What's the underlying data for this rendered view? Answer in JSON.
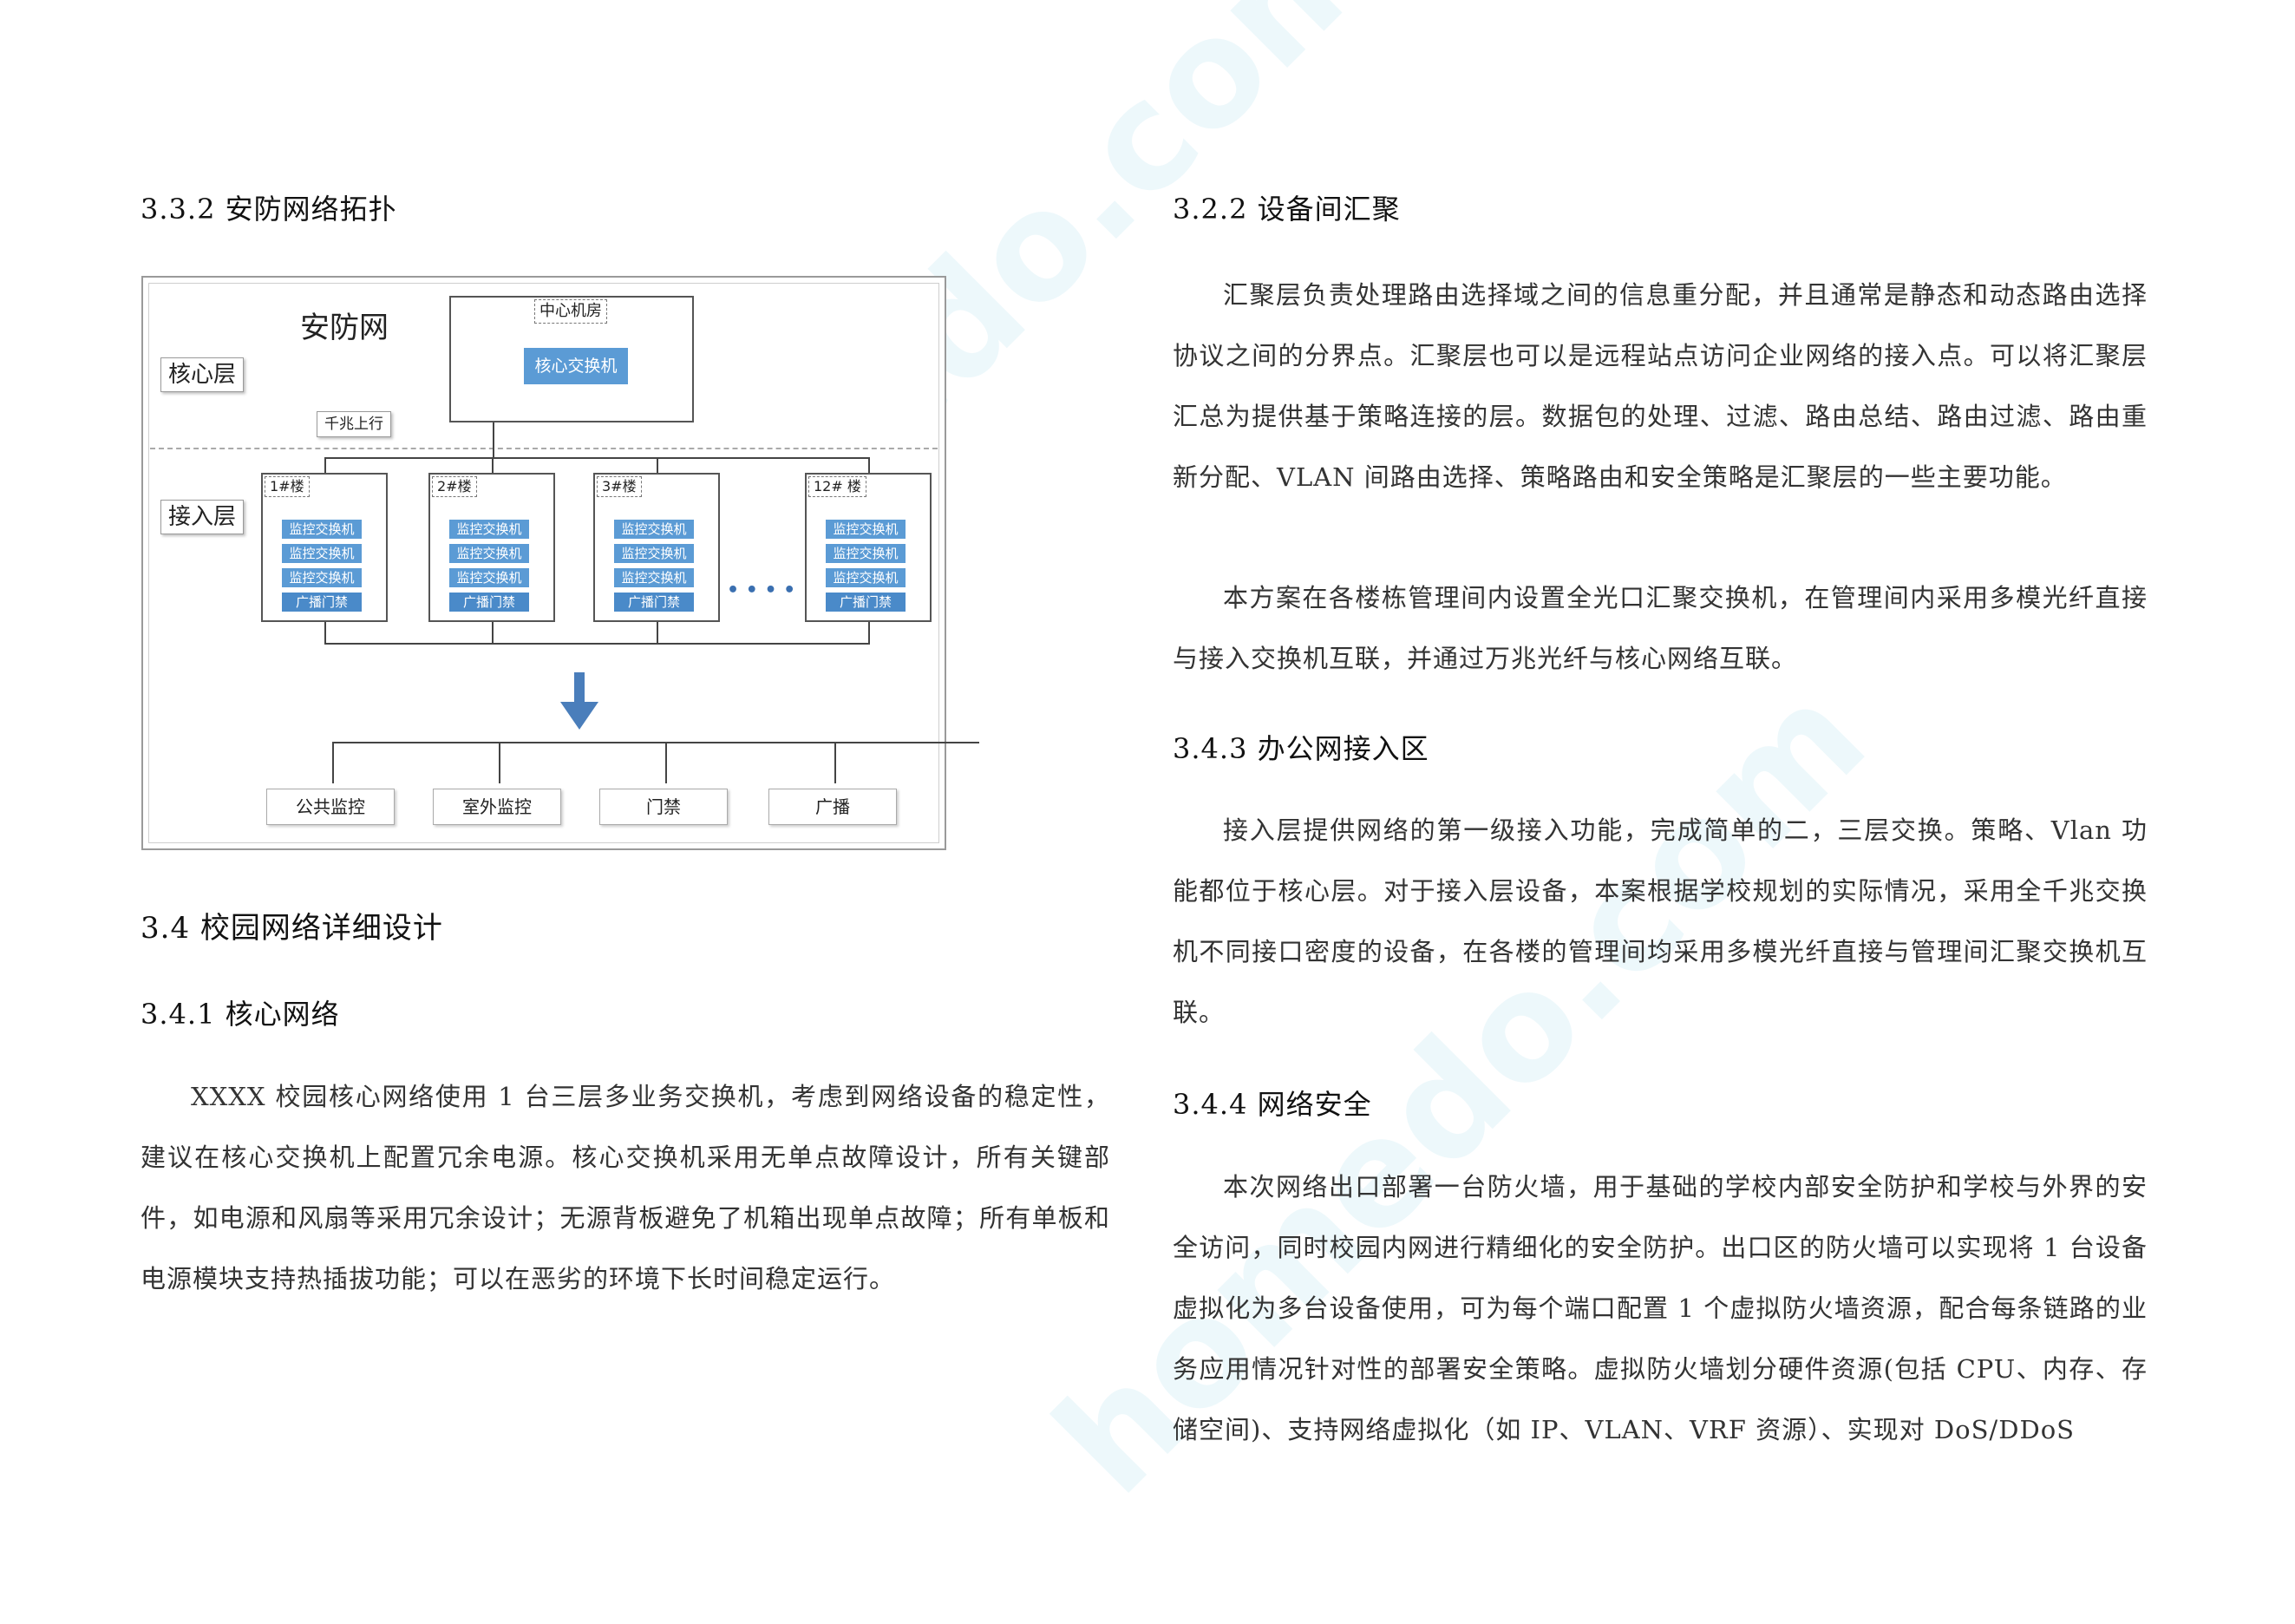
{
  "left": {
    "h332": "3.3.2 安防网络拓扑",
    "h34": "3.4  校园网络详细设计",
    "h341": "3.4.1  核心网络",
    "p341": "XXXX 校园核心网络使用 1 台三层多业务交换机，考虑到网络设备的稳定性，建议在核心交换机上配置冗余电源。核心交换机采用无单点故障设计，所有关键部件，如电源和风扇等采用冗余设计；无源背板避免了机箱出现单点故障；所有单板和电源模块支持热插拔功能；可以在恶劣的环境下长时间稳定运行。"
  },
  "diagram": {
    "title": "安防网",
    "core_layer": "核心层",
    "access_layer": "接入层",
    "center_room": "中心机房",
    "core_switch": "核心交换机",
    "uplink": "千兆上行",
    "buildings": [
      {
        "name": "1#楼",
        "items": [
          "监控交换机",
          "监控交换机",
          "监控交换机",
          "广播门禁"
        ]
      },
      {
        "name": "2#楼",
        "items": [
          "监控交换机",
          "监控交换机",
          "监控交换机",
          "广播门禁"
        ]
      },
      {
        "name": "3#楼",
        "items": [
          "监控交换机",
          "监控交换机",
          "监控交换机",
          "广播门禁"
        ]
      },
      {
        "name": "12# 楼",
        "items": [
          "监控交换机",
          "监控交换机",
          "监控交换机",
          "广播门禁"
        ]
      }
    ],
    "ellipsis": "• • • •",
    "outputs": [
      "公共监控",
      "室外监控",
      "门禁",
      "广播"
    ],
    "accent": "#5b9bd5",
    "arrow_color": "#4a7ebb"
  },
  "right": {
    "h322": "3.2.2 设备间汇聚",
    "p322a": "汇聚层负责处理路由选择域之间的信息重分配，并且通常是静态和动态路由选择协议之间的分界点。汇聚层也可以是远程站点访问企业网络的接入点。可以将汇聚层汇总为提供基于策略连接的层。数据包的处理、过滤、路由总结、路由过滤、路由重新分配、VLAN 间路由选择、策略路由和安全策略是汇聚层的一些主要功能。",
    "p322b": "本方案在各楼栋管理间内设置全光口汇聚交换机，在管理间内采用多模光纤直接与接入交换机互联，并通过万兆光纤与核心网络互联。",
    "h343": "3.4.3  办公网接入区",
    "p343": "接入层提供网络的第一级接入功能，完成简单的二，三层交换。策略、Vlan 功能都位于核心层。对于接入层设备，本案根据学校规划的实际情况，采用全千兆交换机不同接口密度的设备，在各楼的管理间均采用多模光纤直接与管理间汇聚交换机互联。",
    "h344": "3.4.4  网络安全",
    "p344": "本次网络出口部署一台防火墙，用于基础的学校内部安全防护和学校与外界的安全访问，同时校园内网进行精细化的安全防护。出口区的防火墙可以实现将 1 台设备虚拟化为多台设备使用，可为每个端口配置 1 个虚拟防火墙资源，配合每条链路的业务应用情况针对性的部署安全策略。虚拟防火墙划分硬件资源(包括 CPU、内存、存储空间)、支持网络虚拟化（如 IP、VLAN、VRF 资源）、实现对 DoS/DDoS"
  }
}
